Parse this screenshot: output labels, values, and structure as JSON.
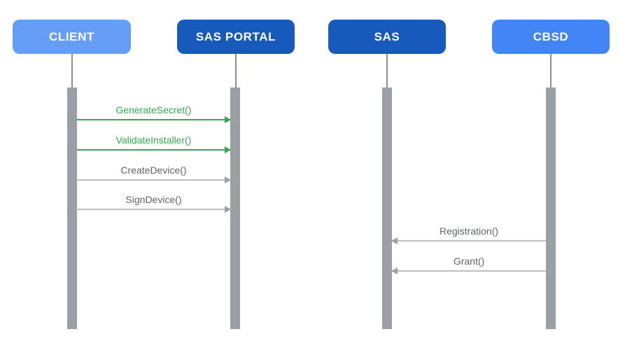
{
  "diagram": {
    "type": "sequence-diagram",
    "actors": [
      {
        "id": "client",
        "label": "CLIENT",
        "color": "#669DF6"
      },
      {
        "id": "sas-portal",
        "label": "SAS PORTAL",
        "color": "#185ABC"
      },
      {
        "id": "sas",
        "label": "SAS",
        "color": "#185ABC"
      },
      {
        "id": "cbsd",
        "label": "CBSD",
        "color": "#4285F4"
      }
    ],
    "messages": [
      {
        "label": "GenerateSecret()",
        "from": "CLIENT",
        "to": "SAS PORTAL",
        "direction": "right",
        "style": "green"
      },
      {
        "label": "ValidateInstaller()",
        "from": "CLIENT",
        "to": "SAS PORTAL",
        "direction": "right",
        "style": "green"
      },
      {
        "label": "CreateDevice()",
        "from": "CLIENT",
        "to": "SAS PORTAL",
        "direction": "right",
        "style": "gray"
      },
      {
        "label": "SignDevice()",
        "from": "CLIENT",
        "to": "SAS PORTAL",
        "direction": "right",
        "style": "gray"
      },
      {
        "label": "Registration()",
        "from": "CBSD",
        "to": "SAS",
        "direction": "left",
        "style": "gray"
      },
      {
        "label": "Grant()",
        "from": "CBSD",
        "to": "SAS",
        "direction": "left",
        "style": "gray"
      }
    ],
    "colors": {
      "client_box": "#669DF6",
      "sas_portal_box": "#185ABC",
      "sas_box": "#185ABC",
      "cbsd_box": "#4285F4",
      "green_message": "#34A853",
      "gray_message_line": "#BDC1C6",
      "gray_message_arrowhead": "#9AA0A6",
      "gray_message_text": "#5F6368",
      "activation_bar": "#9AA0A6",
      "lifeline": "#8A8F95",
      "actor_text": "#FFFFFF"
    }
  }
}
